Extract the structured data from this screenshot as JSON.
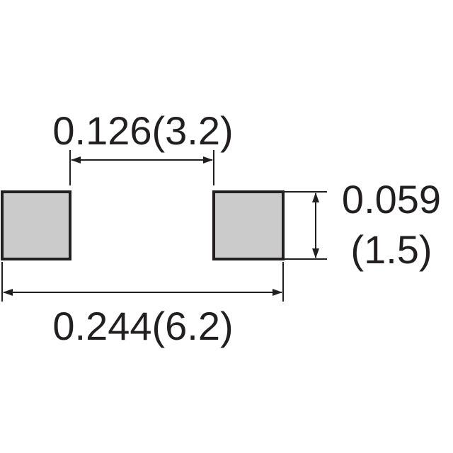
{
  "colors": {
    "pad_fill": "#cbcbcb",
    "pad_stroke": "#231f20",
    "line": "#231f20",
    "background": "#ffffff"
  },
  "dimensions": {
    "gap_label": "0.126(3.2)",
    "height_label_inch": "0.059",
    "height_label_mm": "(1.5)",
    "overall_label": "0.244(6.2)"
  }
}
